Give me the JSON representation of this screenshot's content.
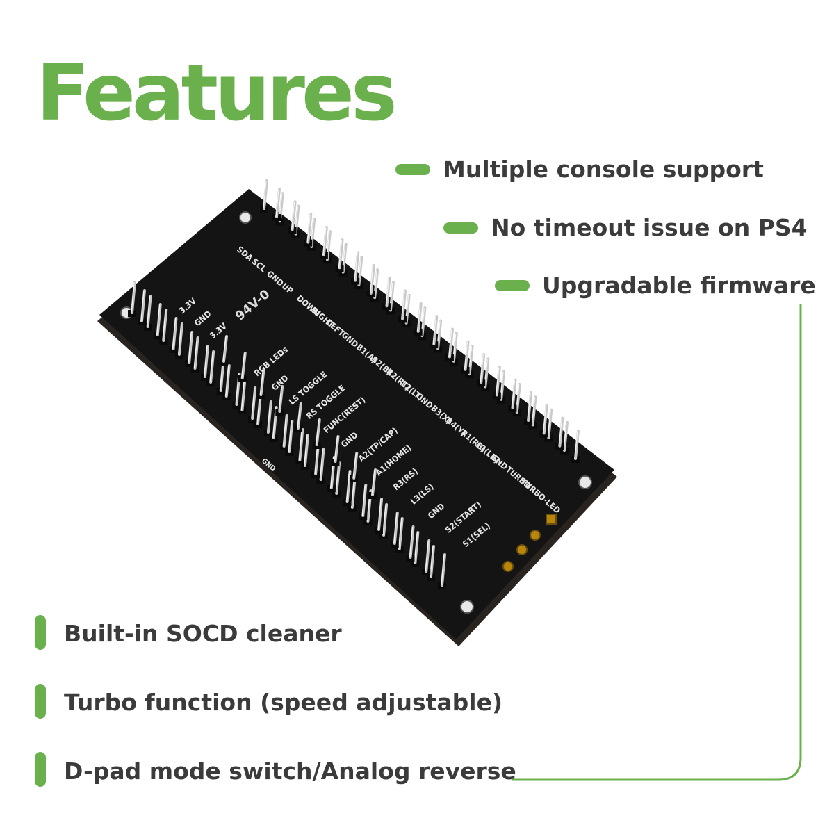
{
  "title": "Features",
  "features_top": [
    {
      "label": "Multiple console support"
    },
    {
      "label": "No timeout issue on PS4"
    },
    {
      "label": "Upgradable firmware"
    }
  ],
  "features_bottom": [
    {
      "label": "Built-in SOCD cleaner"
    },
    {
      "label": "Turbo function (speed adjustable)"
    },
    {
      "label": "D-pad mode switch/Analog reverse"
    }
  ],
  "board": {
    "marking": "94V-0",
    "top_labels": [
      "SDA",
      "SCL",
      "GND",
      "UP",
      "DOWN",
      "RIGHT",
      "LEFT",
      "GND",
      "B1(A)",
      "B2(B)",
      "R2(RT)",
      "L2(LT)",
      "GND",
      "B3(X)",
      "B4(Y)",
      "R1(RB)",
      "L1(LB)",
      "GND",
      "TURBO",
      "TURBO-LED"
    ],
    "inner_labels": [
      "RGB LEDs",
      "GND",
      "LS TOGGLE",
      "RS TOGGLE",
      "FUNC(REST)",
      "GND",
      "A2(TP/CAP)",
      "A1(HOME)",
      "R3(RS)",
      "L3(LS)",
      "GND",
      "S2(START)",
      "S1(SEL)"
    ],
    "left_labels": [
      "3.3V",
      "GND",
      "3.3V"
    ],
    "gnd_label": "GND"
  },
  "colors": {
    "accent": "#6ab04c",
    "text": "#3b3b3b",
    "pcb": "#141414"
  }
}
